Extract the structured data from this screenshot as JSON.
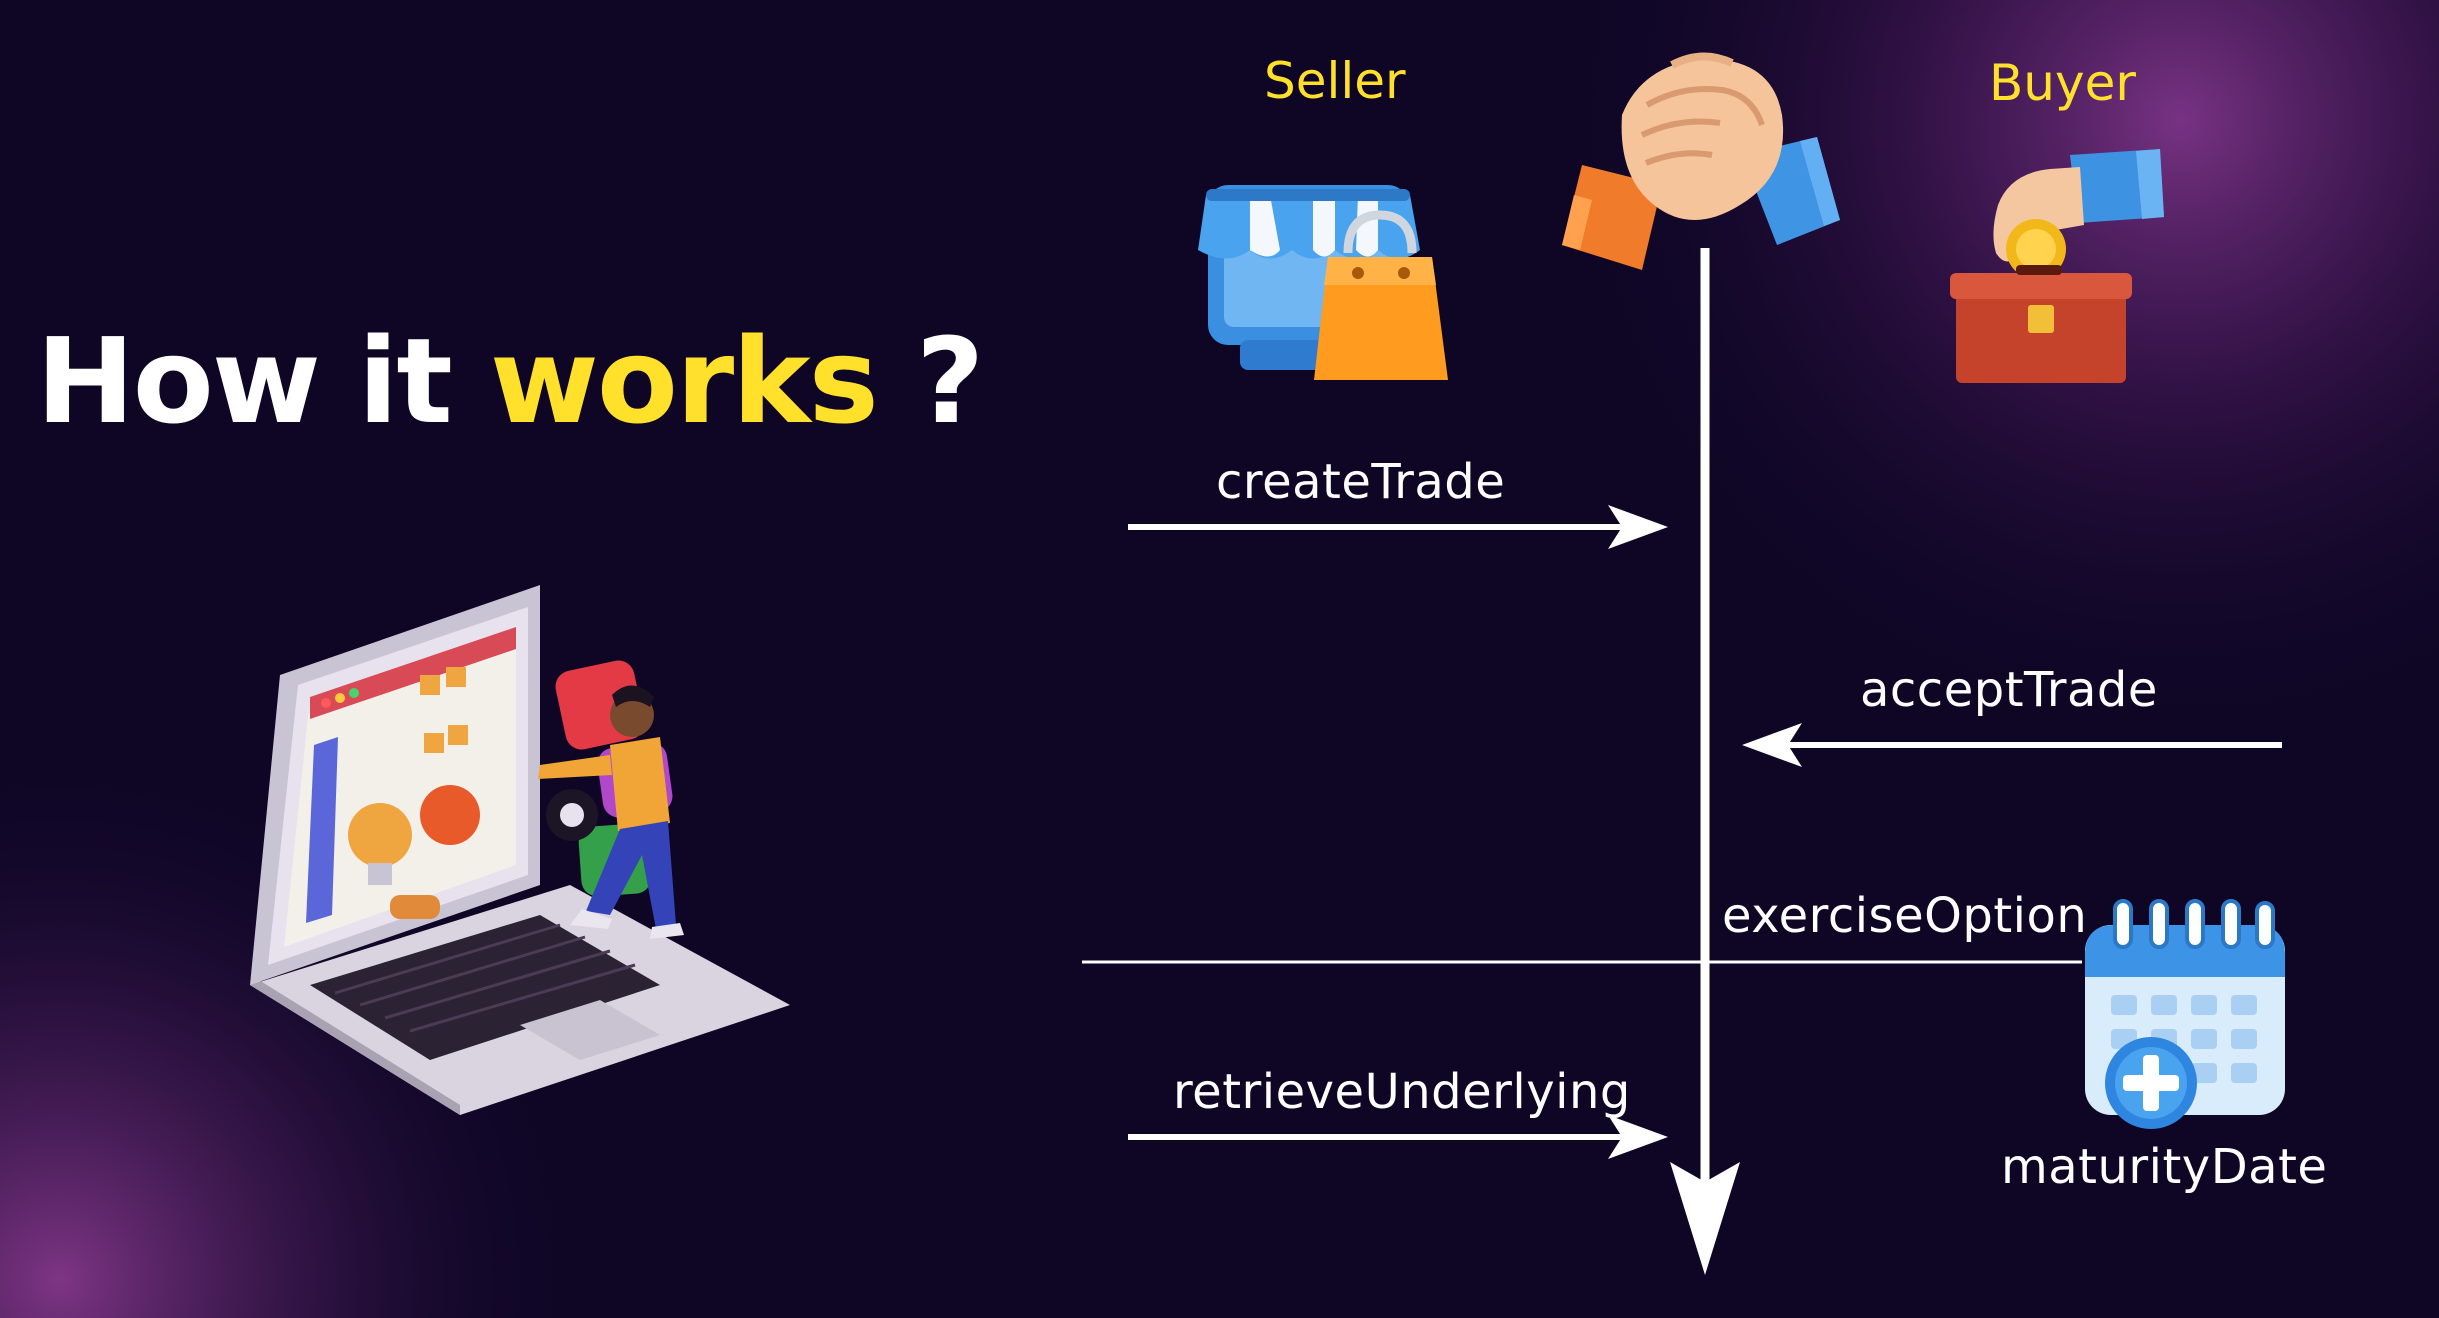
{
  "title": {
    "prefix": "How it ",
    "highlight": "works",
    "suffix": " ?"
  },
  "roles": {
    "seller": "Seller",
    "buyer": "Buyer"
  },
  "steps": {
    "create_trade": "createTrade",
    "accept_trade": "acceptTrade",
    "exercise_option": "exerciseOption",
    "retrieve_underlying": "retrieveUnderlying",
    "maturity_date": "maturityDate"
  },
  "icons": {
    "seller": "storefront-shopping-bag-icon",
    "handshake": "handshake-icon",
    "buyer": "hand-coin-box-icon",
    "calendar": "calendar-plus-icon",
    "illustration": "laptop-designer-illustration"
  },
  "colors": {
    "background": "#0f0626",
    "accent": "#ffe12b",
    "text": "#ffffff",
    "glow": "#7a2f8a"
  }
}
